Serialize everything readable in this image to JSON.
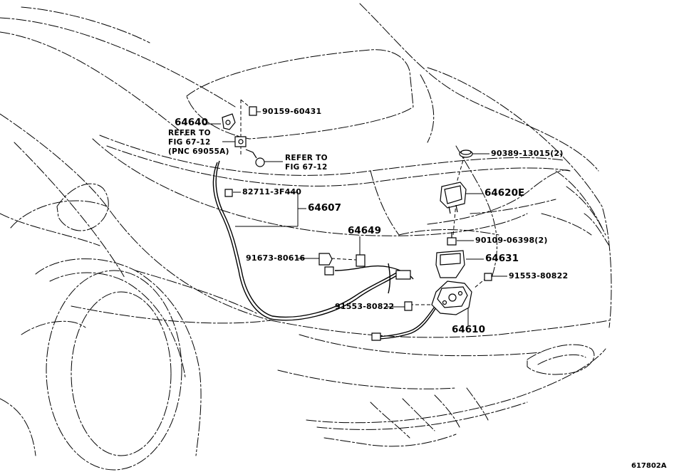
{
  "callouts": {
    "p64640": "64640",
    "refer_left_1": "REFER TO",
    "refer_left_2": "FIG 67-12",
    "refer_left_3": "(PNC 69055A)",
    "p90159": "90159-60431",
    "refer_right_1": "REFER TO",
    "refer_right_2": "FIG 67-12",
    "p82711": "82711-3F440",
    "p64607": "64607",
    "p64649": "64649",
    "p91673": "91673-80616",
    "p90389": "90389-13015(2)",
    "p64620E": "64620E",
    "p90109": "90109-06398(2)",
    "p64631": "64631",
    "p91553_right": "91553-80822",
    "p91553_left": "91553-80822",
    "p64610": "64610"
  },
  "figure_id": "617802A"
}
